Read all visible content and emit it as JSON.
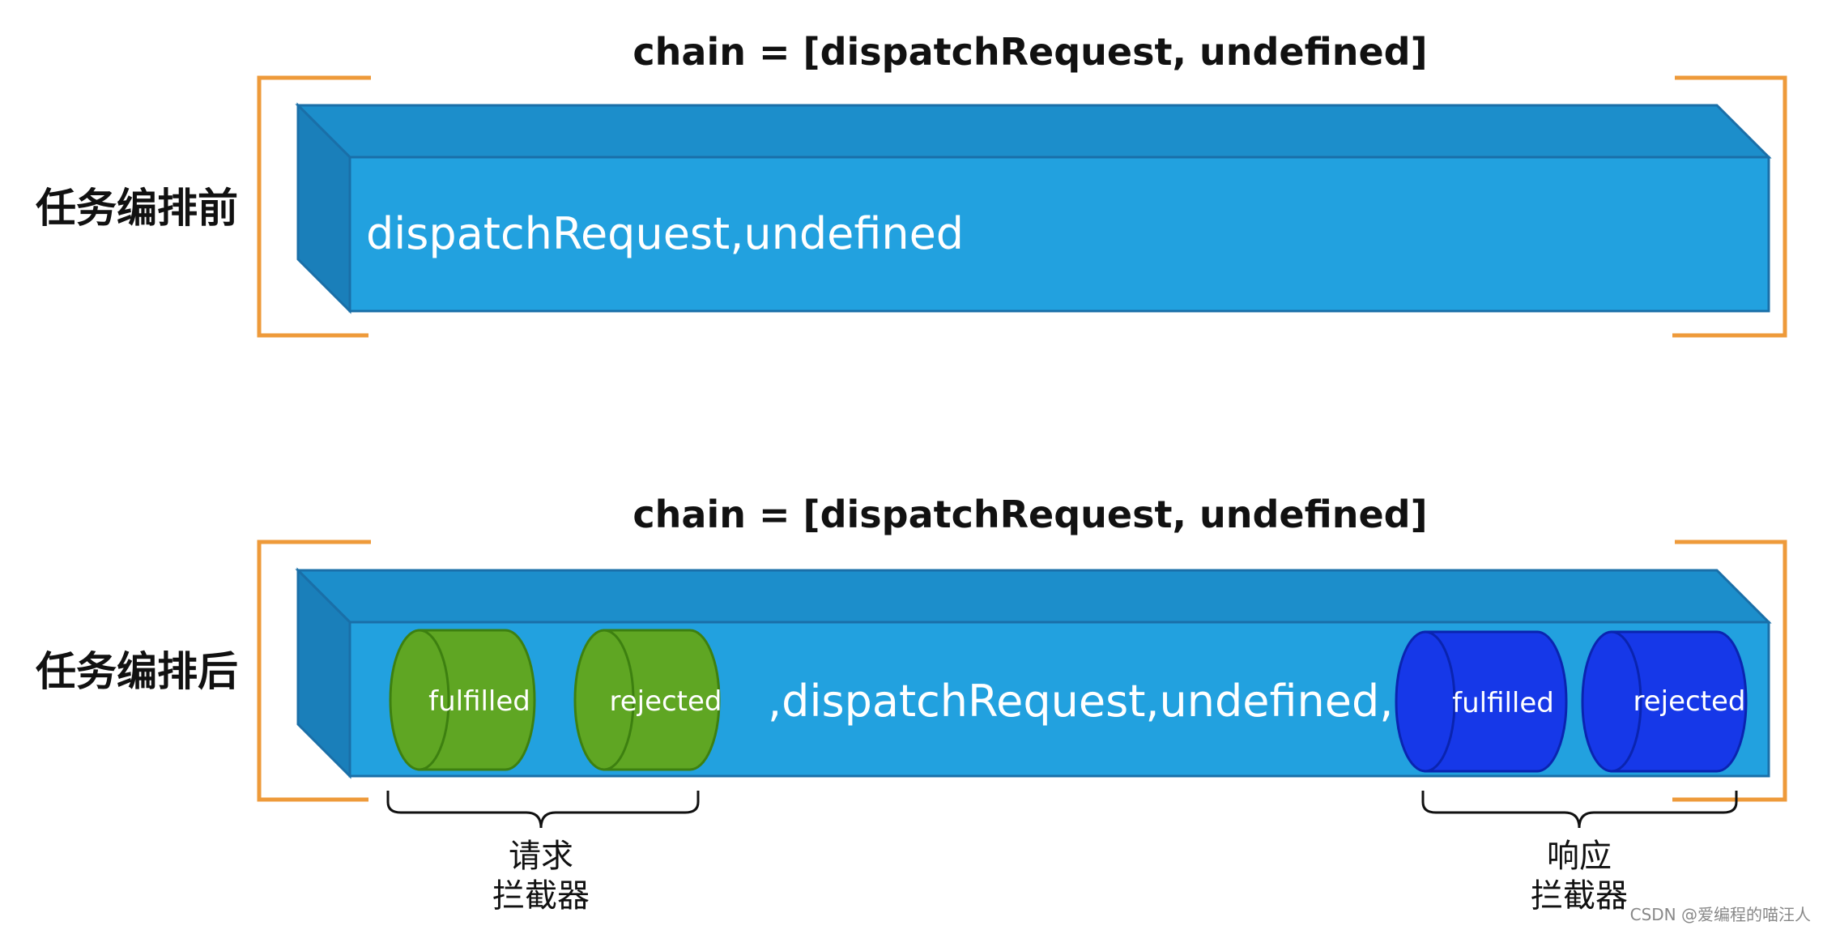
{
  "colors": {
    "bar_front": "#22a1df",
    "bar_top": "#1c8ecb",
    "bar_side": "#1a7fba",
    "bar_edge": "#1a6fa8",
    "bracket": "#ee9a3a",
    "req_cyl": "#5fa623",
    "req_cyl_dark": "#3d8010",
    "res_cyl": "#1638e8",
    "res_cyl_dark": "#0a24b0"
  },
  "top": {
    "title": "chain = [dispatchRequest, undefined]",
    "side_label": "任务编排前",
    "bar_text": "dispatchRequest,undefined"
  },
  "bottom": {
    "title": "chain = [dispatchRequest, undefined]",
    "side_label": "任务编排后",
    "bar_text": ",dispatchRequest,undefined,",
    "request_interceptors": {
      "items": [
        "fulfilled",
        "rejected"
      ],
      "label_line1": "请求",
      "label_line2": "拦截器"
    },
    "response_interceptors": {
      "items": [
        "fulfilled",
        "rejected"
      ],
      "label_line1": "响应",
      "label_line2": "拦截器"
    }
  },
  "watermark": "CSDN @爱编程的喵汪人"
}
